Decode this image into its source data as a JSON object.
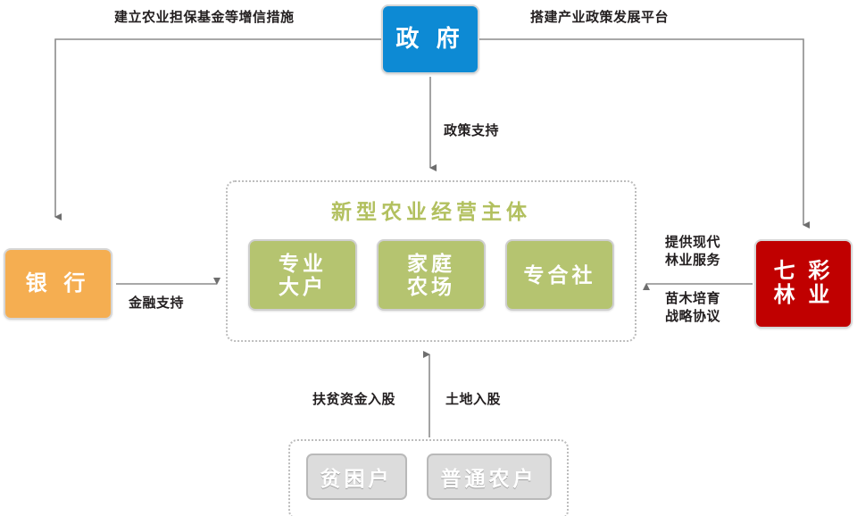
{
  "diagram": {
    "title": "新型农业经营主体",
    "colors": {
      "government": "#0d8ad4",
      "bank": "#f5ae51",
      "forestry": "#c00000",
      "entity_green": "#b5c470",
      "farmer_gray": "#dcdcdc",
      "title_green": "#b2c05f",
      "connector": "#808080"
    }
  },
  "nodes": {
    "government": {
      "label": "政 府"
    },
    "bank": {
      "label": "银 行"
    },
    "forestry": {
      "label": "七 彩\n林 业"
    },
    "entities": [
      {
        "label": "专业\n大户"
      },
      {
        "label": "家庭\n农场"
      },
      {
        "label": "专合社"
      }
    ],
    "farmers": [
      {
        "label": "贫困户"
      },
      {
        "label": "普通农户"
      }
    ]
  },
  "edges": {
    "guarantee_fund": "建立农业担保基金等增信措施",
    "industry_platform": "搭建产业政策发展平台",
    "policy_support": "政策支持",
    "financial_support": "金融支持",
    "forestry_service": "提供现代\n林业服务",
    "seedling_agreement": "苗木培育\n战略协议",
    "poverty_fund_equity": "扶贫资金入股",
    "land_equity": "土地入股"
  }
}
